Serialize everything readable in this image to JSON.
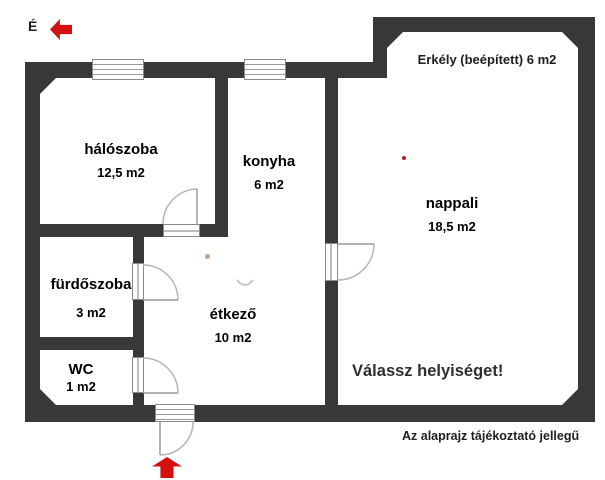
{
  "colors": {
    "background": "#ffffff",
    "wall": "#383838",
    "threshold_border": "#8a8a8a",
    "door_line": "#b5b5b5",
    "text": "#1f1f1f",
    "arrow_red": "#d41111",
    "arrow_shadow": "#2e2e2e",
    "red_dot": "#b22222",
    "tan_dot": "#c79e83"
  },
  "north_indicator": {
    "label": "É"
  },
  "rooms": [
    {
      "id": "haloszoba",
      "name": "hálószoba",
      "area": "12,5 m2"
    },
    {
      "id": "konyha",
      "name": "konyha",
      "area": "6 m2"
    },
    {
      "id": "nappali",
      "name": "nappali",
      "area": "18,5 m2"
    },
    {
      "id": "erkely",
      "name": "Erkély (beépített) 6 m2"
    },
    {
      "id": "furdoszoba",
      "name": "fürdőszoba",
      "area": "3 m2"
    },
    {
      "id": "wc",
      "name": "WC",
      "area": "1 m2"
    },
    {
      "id": "etkezo",
      "name": "étkező",
      "area": "10 m2"
    }
  ],
  "prompt": "Válassz helyiséget!",
  "disclaimer": "Az alaprajz tájékoztató jellegű"
}
